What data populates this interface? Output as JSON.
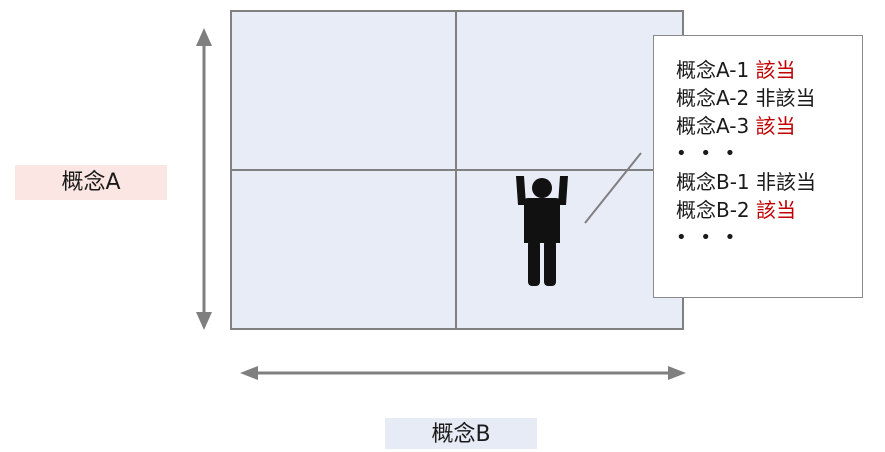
{
  "axis_a": {
    "label": "概念A"
  },
  "axis_b": {
    "label": "概念B"
  },
  "info": {
    "lines": [
      {
        "concept": "概念A-1",
        "status": "該当",
        "highlight": true
      },
      {
        "concept": "概念A-2",
        "status": "非該当",
        "highlight": false
      },
      {
        "concept": "概念A-3",
        "status": "該当",
        "highlight": true
      },
      {
        "ellipsis": "• • •"
      },
      {
        "concept": "概念B-1",
        "status": "非該当",
        "highlight": false
      },
      {
        "concept": "概念B-2",
        "status": "該当",
        "highlight": true
      },
      {
        "ellipsis": "• • •"
      }
    ]
  },
  "colors": {
    "grid_fill": "#e8ecf6",
    "grid_line": "#808080",
    "label_a_bg": "#fbe6e3",
    "label_b_bg": "#e6ebf5",
    "highlight": "#c00000",
    "arrow": "#7f7f7f",
    "person": "#111111"
  },
  "icons": {
    "person": "person-arms-raised-icon"
  }
}
